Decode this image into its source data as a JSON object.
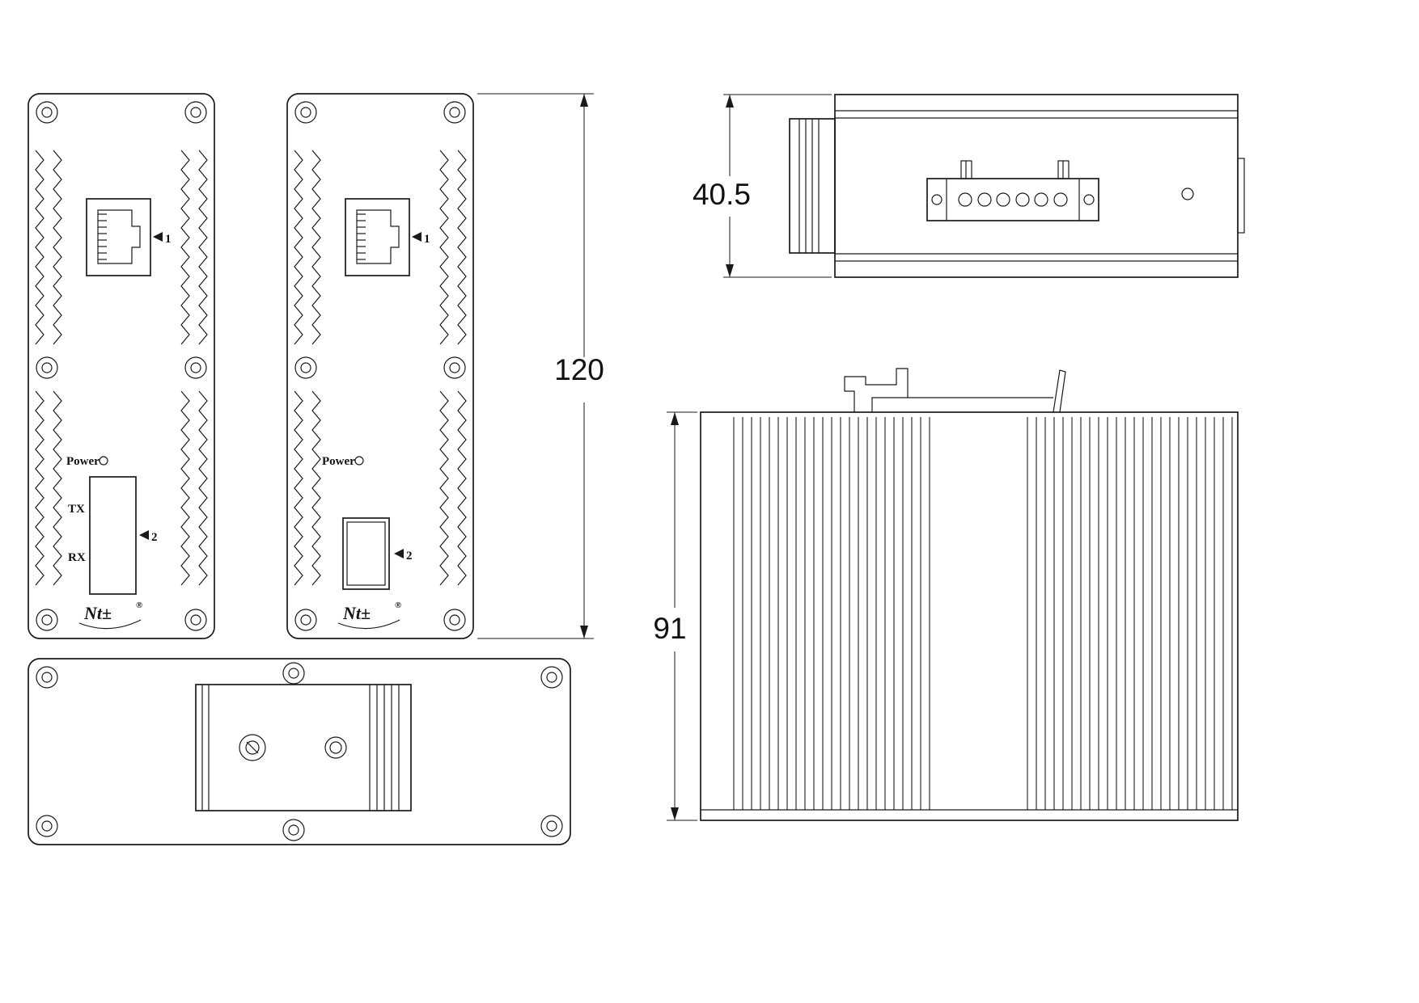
{
  "dimensions": {
    "front_height": "120",
    "top_depth": "40.5",
    "side_height": "91"
  },
  "panel_a": {
    "power": "Power",
    "tx": "TX",
    "rx": "RX",
    "port1": "1",
    "port2": "2",
    "logo": "Nt±",
    "reg": "®"
  },
  "panel_b": {
    "power": "Power",
    "port1": "1",
    "port2": "2",
    "logo": "Nt±",
    "reg": "®"
  }
}
